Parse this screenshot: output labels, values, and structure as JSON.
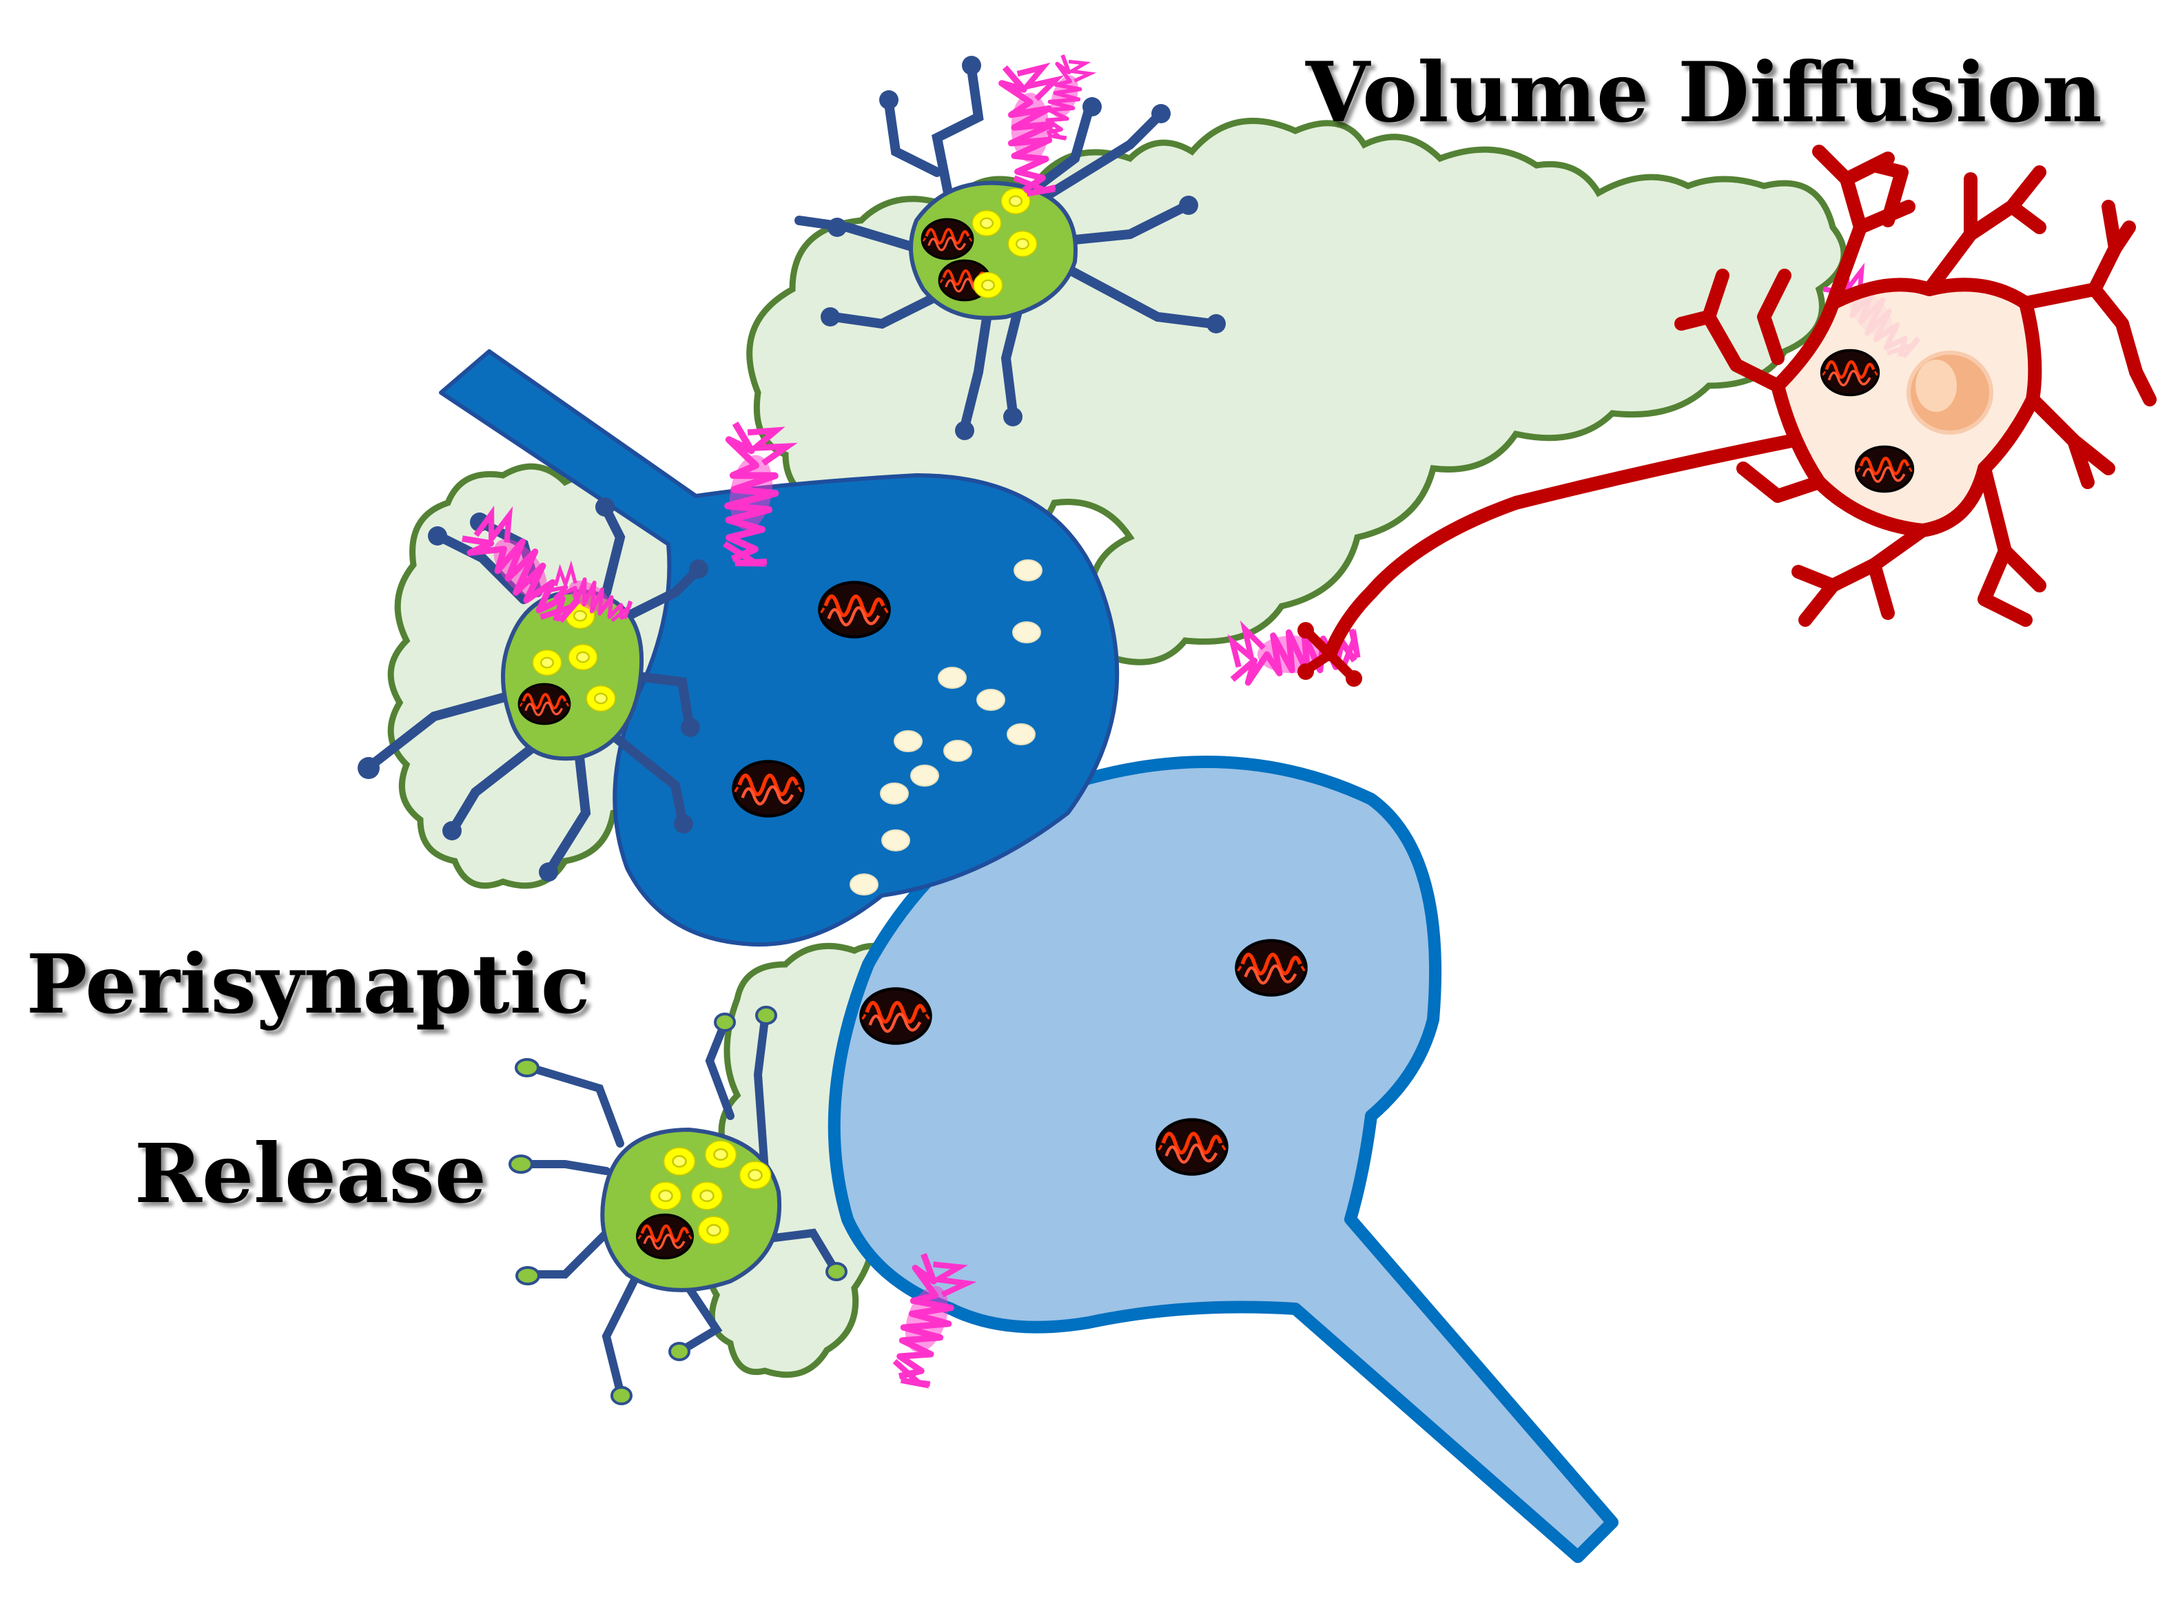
{
  "labels": {
    "volume_diffusion": "Volume Diffusion",
    "perisynaptic_line1": "Perisynaptic",
    "perisynaptic_line2": "Release"
  },
  "colors": {
    "background": "#ffffff",
    "astrocyte_fill": "#e2efdc",
    "astrocyte_stroke": "#548235",
    "presynaptic_fill": "#0a6ebd",
    "presynaptic_stroke": "#1f4e9c",
    "postsynaptic_fill": "#9dc3e6",
    "postsynaptic_stroke": "#0070c0",
    "microglia_body": "#8dc63f",
    "microglia_process": "#2e4f8f",
    "vesicle_yellow": "#ffff00",
    "receptor_pink": "#ff33cc",
    "neuron_red": "#c00000",
    "neuron_nucleus": "#f4b183",
    "mitochondria_red": "#ff3300"
  },
  "icons": {
    "astrocyte": "cloud-shape",
    "microglia": "spiky-cell",
    "mitochondrion": "striped-oval",
    "receptor": "pink-zigzag",
    "neuron": "branched-cell"
  }
}
